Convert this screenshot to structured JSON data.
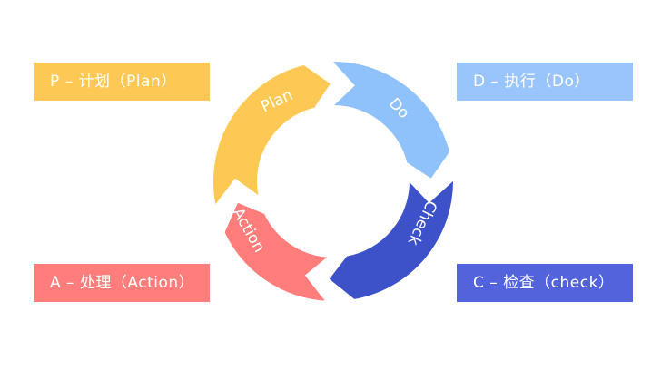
{
  "colors": {
    "plan": "#fdc853",
    "do": "#8fc1fb",
    "check": "#3d52c9",
    "action": "#ff7d7a",
    "box_p": "#fdc853",
    "box_d": "#99c4fc",
    "box_a": "#ff7d7a",
    "box_c": "#5263db"
  },
  "boxes": {
    "p": "P – 计划（Plan）",
    "d": "D – 执行（Do）",
    "a": "A – 处理（Action）",
    "c": "C – 检查（check）"
  },
  "segments": {
    "plan": "Plan",
    "do": "Do",
    "check": "Check",
    "action": "Action"
  }
}
